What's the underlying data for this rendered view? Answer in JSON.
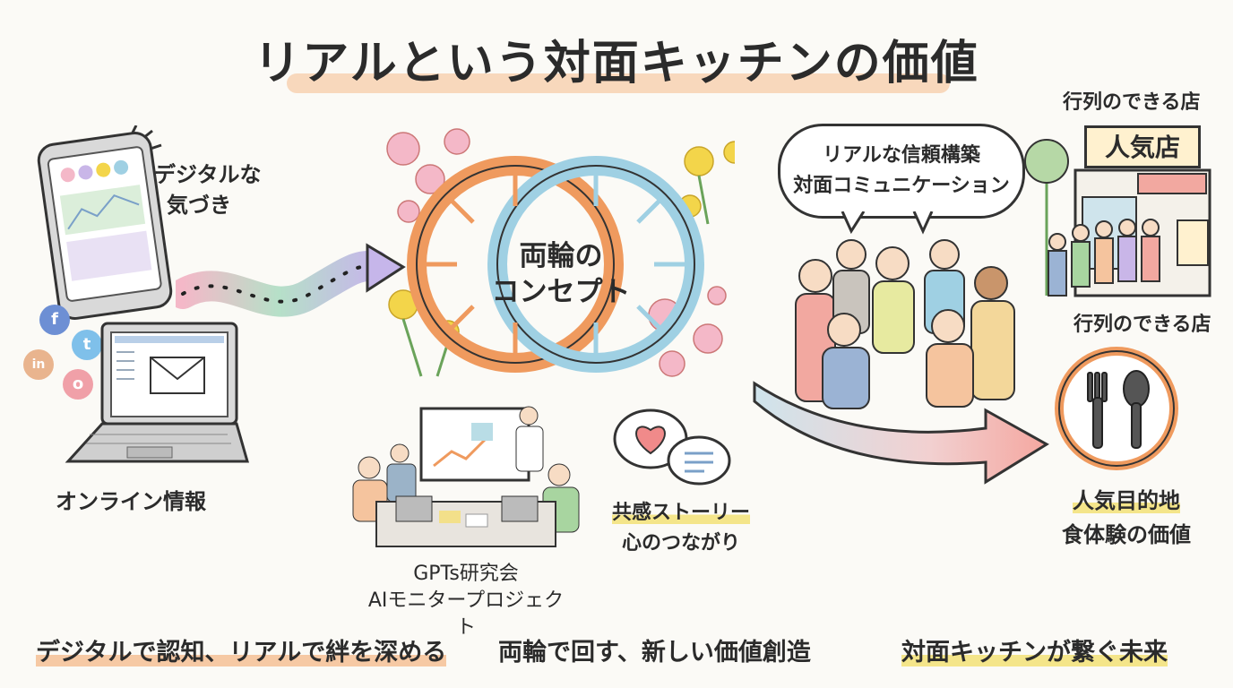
{
  "title": "リアルという対面キッチンの価値",
  "digital": {
    "phone_label_line1": "デジタルな",
    "phone_label_line2": "気づき",
    "laptop_label": "オンライン情報",
    "social_icons": [
      "f",
      "t",
      "in",
      "o"
    ]
  },
  "center": {
    "concept_line1": "両輪の",
    "concept_line2": "コンセプト",
    "meeting_line1": "GPTs研究会",
    "meeting_line2": "AIモニタープロジェクト",
    "story_line1": "共感ストーリー",
    "story_line2": "心のつながり"
  },
  "right": {
    "bubble_line1": "リアルな信頼構築",
    "bubble_line2": "対面コミュニケーション",
    "queue_top": "行列のできる店",
    "sign": "人気店",
    "queue_mid": "行列のできる店",
    "dest_line1": "人気目的地",
    "dest_line2": "食体験の価値"
  },
  "bottom": {
    "left": "デジタルで認知、リアルで絆を深める",
    "center": "両輪で回す、新しい価値創造",
    "right": "対面キッチンが繋ぐ未来"
  },
  "colors": {
    "orange_ring": "#ef9a5e",
    "blue_ring": "#9fd0e3",
    "sakura": "#f4b8c8",
    "dandelion": "#f3d54a",
    "highlight_peach": "#f6c9a4",
    "highlight_yellow": "#f4e58a"
  }
}
